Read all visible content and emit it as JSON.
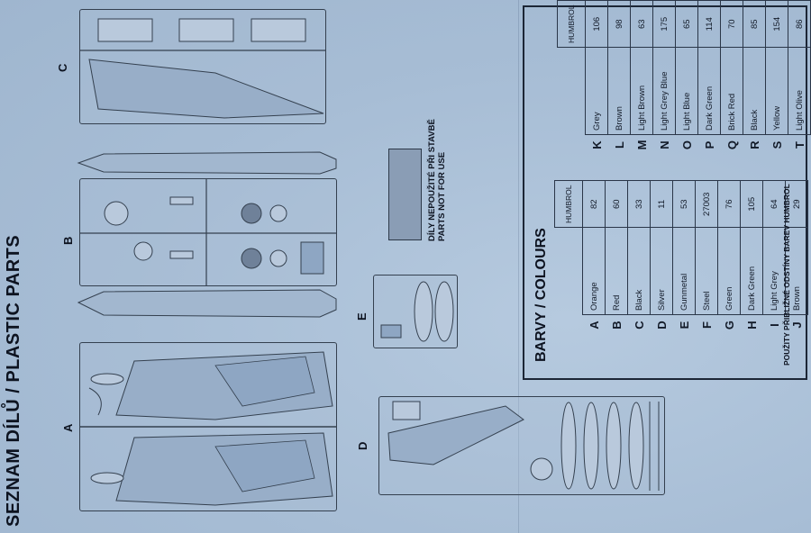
{
  "page": {
    "title": "SEZNAM DÍLŮ / PLASTIC PARTS",
    "sprue_labels": {
      "a": "A",
      "b": "B",
      "c": "C",
      "d": "D",
      "e": "E"
    },
    "unused_note_line1": "DÍLY NEPOUŽITÉ PŘI STAVBĚ",
    "unused_note_line2": "PARTS NOT FOR USE"
  },
  "colours": {
    "title": "BARVY / COLOURS",
    "header": "HUMBROL",
    "left": [
      {
        "letter": "A",
        "name": "Orange",
        "humbrol": "82"
      },
      {
        "letter": "B",
        "name": "Red",
        "humbrol": "60"
      },
      {
        "letter": "C",
        "name": "Black",
        "humbrol": "33"
      },
      {
        "letter": "D",
        "name": "Silver",
        "humbrol": "11"
      },
      {
        "letter": "E",
        "name": "Gunmetal",
        "humbrol": "53"
      },
      {
        "letter": "F",
        "name": "Steel",
        "humbrol": "27003"
      },
      {
        "letter": "G",
        "name": "Green",
        "humbrol": "76"
      },
      {
        "letter": "H",
        "name": "Dark Green",
        "humbrol": "105"
      },
      {
        "letter": "I",
        "name": "Light Grey",
        "humbrol": "64"
      },
      {
        "letter": "J",
        "name": "Brown",
        "humbrol": "29"
      }
    ],
    "right": [
      {
        "letter": "K",
        "name": "Grey",
        "humbrol": "106"
      },
      {
        "letter": "L",
        "name": "Brown",
        "humbrol": "98"
      },
      {
        "letter": "M",
        "name": "Light Brown",
        "humbrol": "63"
      },
      {
        "letter": "N",
        "name": "Light Grey Blue",
        "humbrol": "175"
      },
      {
        "letter": "O",
        "name": "Light Blue",
        "humbrol": "65"
      },
      {
        "letter": "P",
        "name": "Dark Green",
        "humbrol": "114"
      },
      {
        "letter": "Q",
        "name": "Brick Red",
        "humbrol": "70"
      },
      {
        "letter": "R",
        "name": "Black",
        "humbrol": "85"
      },
      {
        "letter": "S",
        "name": "Yellow",
        "humbrol": "154"
      },
      {
        "letter": "T",
        "name": "Light Olive",
        "humbrol": "86"
      }
    ],
    "footnote": "POUŽITY PŘIBLIŽNÉ ODSTÍNY BAREV HUMBROL"
  },
  "theme": {
    "paper": "#a9bfd6",
    "ink": "#0d1320",
    "swatch": "#8a9db5"
  }
}
